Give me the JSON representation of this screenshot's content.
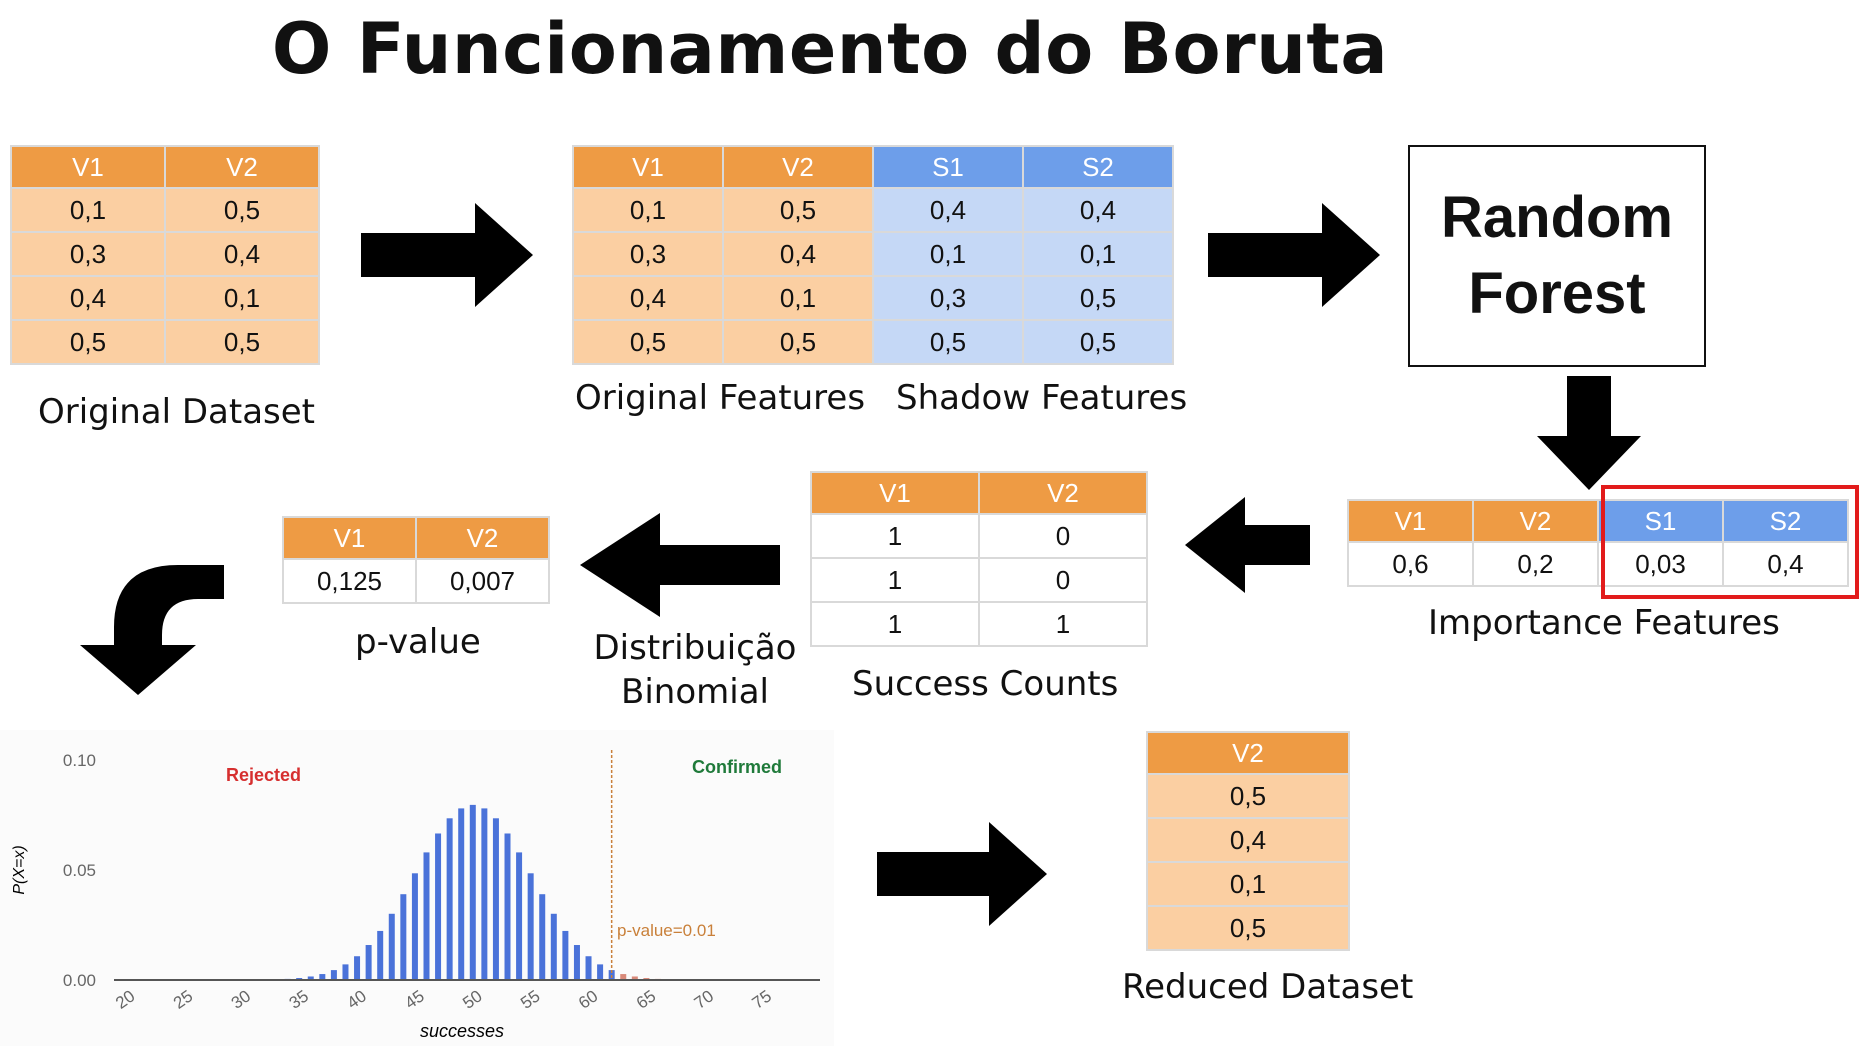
{
  "title": "O Funcionamento do Boruta",
  "original_dataset": {
    "headers": [
      "V1",
      "V2"
    ],
    "rows": [
      [
        "0,1",
        "0,5"
      ],
      [
        "0,3",
        "0,4"
      ],
      [
        "0,4",
        "0,1"
      ],
      [
        "0,5",
        "0,5"
      ]
    ],
    "caption": "Original Dataset"
  },
  "augmented_dataset": {
    "headers": [
      "V1",
      "V2",
      "S1",
      "S2"
    ],
    "rows": [
      [
        "0,1",
        "0,5",
        "0,4",
        "0,4"
      ],
      [
        "0,3",
        "0,4",
        "0,1",
        "0,1"
      ],
      [
        "0,4",
        "0,1",
        "0,3",
        "0,5"
      ],
      [
        "0,5",
        "0,5",
        "0,5",
        "0,5"
      ]
    ],
    "caption_original": "Original Features",
    "caption_shadow": "Shadow Features"
  },
  "random_forest": {
    "line1": "Random",
    "line2": "Forest"
  },
  "importance": {
    "headers": [
      "V1",
      "V2",
      "S1",
      "S2"
    ],
    "values": [
      "0,6",
      "0,2",
      "0,03",
      "0,4"
    ],
    "caption": "Importance Features"
  },
  "success_counts": {
    "headers": [
      "V1",
      "V2"
    ],
    "rows": [
      [
        "1",
        "0"
      ],
      [
        "1",
        "0"
      ],
      [
        "1",
        "1"
      ]
    ],
    "caption": "Success Counts"
  },
  "binomial": {
    "line1": "Distribuição",
    "line2": "Binomial"
  },
  "pvalue": {
    "headers": [
      "V1",
      "V2"
    ],
    "values": [
      "0,125",
      "0,007"
    ],
    "caption": "p-value"
  },
  "reduced_dataset": {
    "header": "V2",
    "values": [
      "0,5",
      "0,4",
      "0,1",
      "0,5"
    ],
    "caption": "Reduced Dataset"
  },
  "colors": {
    "orange_header": "#ee9b44",
    "orange_cell": "#fbcfa2",
    "blue_header": "#6d9eea",
    "blue_cell": "#c5d8f6",
    "highlight": "#e21b1b",
    "bar": "#4a72d9",
    "bar_tail": "#d98a7a",
    "rejected": "#d62f2f",
    "confirmed": "#1f7a3a",
    "threshold": "#c9803a"
  },
  "chart_data": {
    "type": "bar",
    "xlabel": "successes",
    "ylabel": "P(X=x)",
    "xlim": [
      19,
      80
    ],
    "ylim": [
      0,
      0.1
    ],
    "xticks": [
      "20",
      "25",
      "30",
      "35",
      "40",
      "45",
      "50",
      "55",
      "60",
      "65",
      "70",
      "75"
    ],
    "yticks": [
      "0.00",
      "0.05",
      "0.10"
    ],
    "annotations": {
      "rejected": "Rejected",
      "confirmed": "Confirmed",
      "threshold": "p-value=0.01"
    },
    "threshold_x": 62,
    "x": [
      33,
      34,
      35,
      36,
      37,
      38,
      39,
      40,
      41,
      42,
      43,
      44,
      45,
      46,
      47,
      48,
      49,
      50,
      51,
      52,
      53,
      54,
      55,
      56,
      57,
      58,
      59,
      60,
      61,
      62,
      63,
      64,
      65,
      66,
      67
    ],
    "values": [
      0.0003,
      0.0005,
      0.0009,
      0.0016,
      0.0027,
      0.0045,
      0.0071,
      0.0108,
      0.0159,
      0.0223,
      0.0301,
      0.039,
      0.0485,
      0.058,
      0.0666,
      0.0735,
      0.078,
      0.0796,
      0.078,
      0.0735,
      0.0666,
      0.058,
      0.0485,
      0.039,
      0.0301,
      0.0223,
      0.0159,
      0.0108,
      0.0071,
      0.0045,
      0.0027,
      0.0016,
      0.0009,
      0.0005,
      0.0003
    ]
  }
}
